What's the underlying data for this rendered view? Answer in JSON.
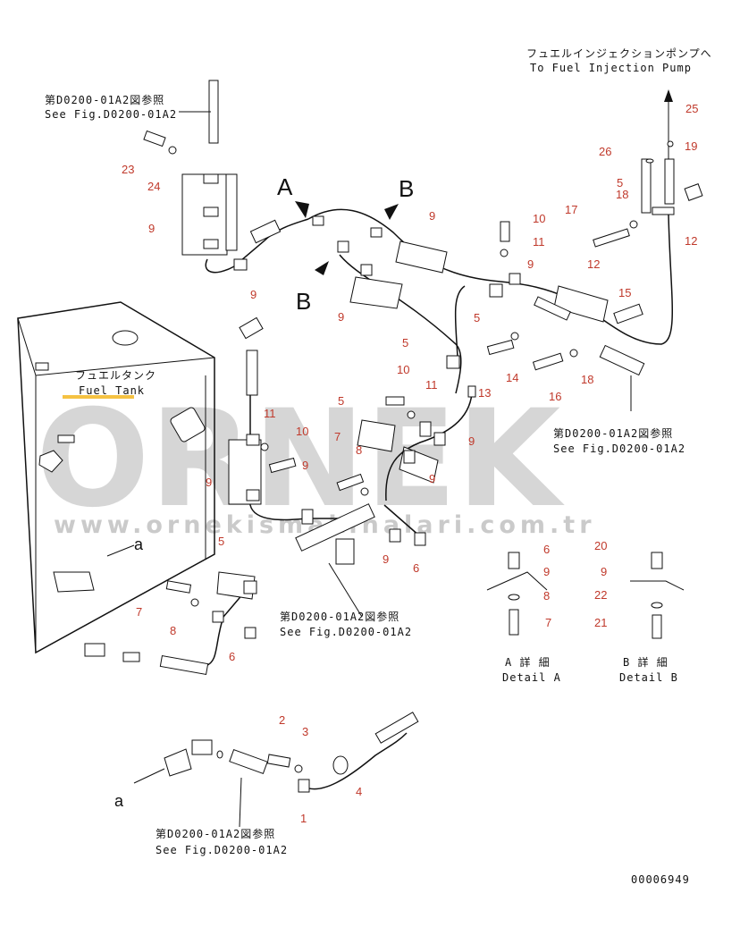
{
  "texts": {
    "pump_jp": "フュエルインジェクションポンプへ",
    "pump_en": "To Fuel Injection Pump",
    "ref1_jp": "第D0200-01A2図参照",
    "ref1_en": "See Fig.D0200-01A2",
    "ref2_jp": "第D0200-01A2図参照",
    "ref2_en": "See Fig.D0200-01A2",
    "ref3_jp": "第D0200-01A2図参照",
    "ref3_en": "See Fig.D0200-01A2",
    "ref4_jp": "第D0200-01A2図参照",
    "ref4_en": "See Fig.D0200-01A2",
    "tank_jp": "フュエルタンク",
    "tank_en": "Fuel Tank",
    "detail_a_jp": "A 詳 細",
    "detail_a_en": "Detail A",
    "detail_b_jp": "B 詳 細",
    "detail_b_en": "Detail B",
    "view_a": "A",
    "view_b1": "B",
    "view_b2": "B",
    "a1": "a",
    "a2": "a",
    "code": "00006949"
  },
  "watermark": {
    "brand": "ORNEK",
    "url": "www.ornekismakinalari.com.tr"
  },
  "part_numbers": {
    "n1": "1",
    "n2": "2",
    "n3": "3",
    "n4": "4",
    "n5a": "5",
    "n5b": "5",
    "n5c": "5",
    "n5d": "5",
    "n5e": "5",
    "n6a": "6",
    "n6b": "6",
    "n6c": "6",
    "n7a": "7",
    "n7b": "7",
    "n7c": "7",
    "n8a": "8",
    "n8b": "8",
    "n8c": "8",
    "n9a": "9",
    "n9b": "9",
    "n9c": "9",
    "n9d": "9",
    "n9e": "9",
    "n9f": "9",
    "n9g": "9",
    "n9h": "9",
    "n9i": "9",
    "n9j": "9",
    "n9k": "9",
    "n9l": "9",
    "n10a": "10",
    "n10b": "10",
    "n10c": "10",
    "n11a": "11",
    "n11b": "11",
    "n11c": "11",
    "n12a": "12",
    "n12b": "12",
    "n13": "13",
    "n14": "14",
    "n15": "15",
    "n16": "16",
    "n17": "17",
    "n18a": "18",
    "n18b": "18",
    "n19": "19",
    "n20": "20",
    "n21": "21",
    "n22": "22",
    "n23": "23",
    "n24": "24",
    "n25": "25",
    "n26": "26"
  },
  "colors": {
    "part_number": "#c0392b",
    "line": "#111111",
    "watermark": "#c9c9c9"
  }
}
